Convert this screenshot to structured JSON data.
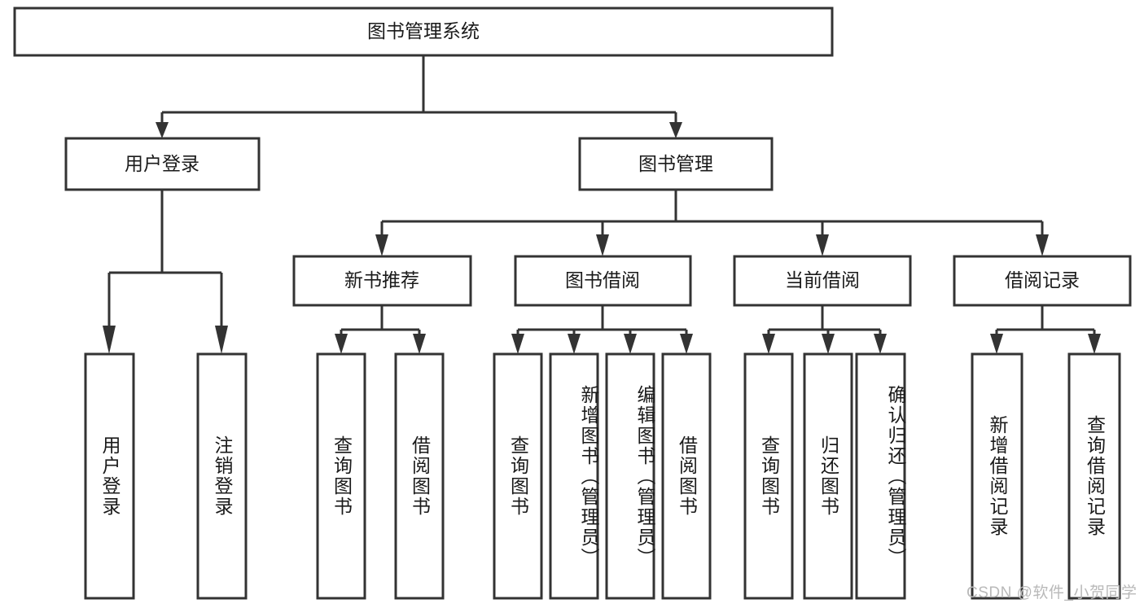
{
  "diagram": {
    "type": "tree-hierarchy-chart",
    "title": "图书管理系统",
    "background_color": "#ffffff",
    "line_color": "#333333",
    "box_fill_color": "#ffffff",
    "text_color": "#1a1a1a"
  },
  "root": {
    "label": "图书管理系统",
    "orientation": "horizontal"
  },
  "level2": [
    {
      "label": "用户登录",
      "orientation": "horizontal"
    },
    {
      "label": "图书管理",
      "orientation": "horizontal"
    }
  ],
  "level3": [
    {
      "label": "新书推荐",
      "orientation": "horizontal"
    },
    {
      "label": "图书借阅",
      "orientation": "horizontal"
    },
    {
      "label": "当前借阅",
      "orientation": "horizontal"
    },
    {
      "label": "借阅记录",
      "orientation": "horizontal"
    }
  ],
  "leaves": {
    "user_login": [
      {
        "label": "用户登录",
        "orientation": "vertical"
      },
      {
        "label": "注销登录",
        "orientation": "vertical"
      }
    ],
    "new_book_recommend": [
      {
        "label": "查询图书",
        "orientation": "vertical"
      },
      {
        "label": "借阅图书",
        "orientation": "vertical"
      }
    ],
    "book_borrow": [
      {
        "label": "查询图书",
        "orientation": "vertical"
      },
      {
        "label": "新增图书（管理员）",
        "orientation": "vertical"
      },
      {
        "label": "编辑图书（管理员）",
        "orientation": "vertical"
      },
      {
        "label": "借阅图书",
        "orientation": "vertical"
      }
    ],
    "current_borrow": [
      {
        "label": "查询图书",
        "orientation": "vertical"
      },
      {
        "label": "归还图书",
        "orientation": "vertical"
      },
      {
        "label": "确认归还（管理员）",
        "orientation": "vertical"
      }
    ],
    "borrow_record": [
      {
        "label": "新增借阅记录",
        "orientation": "vertical"
      },
      {
        "label": "查询借阅记录",
        "orientation": "vertical"
      }
    ]
  },
  "watermark": {
    "text": "CSDN @软件_小贺同学"
  }
}
